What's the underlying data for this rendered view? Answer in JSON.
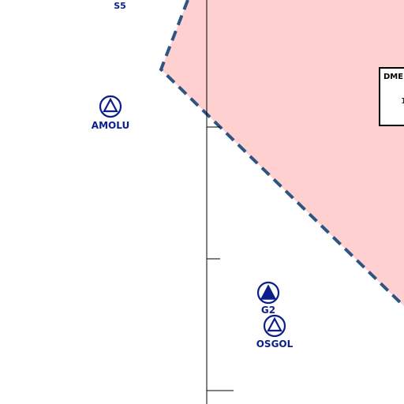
{
  "colors": {
    "airspace_fill": "#ffd0d0",
    "boundary": "#2d5584",
    "symbol": "#0b1f8c",
    "tick_line": "#000000",
    "background": "#ffffff"
  },
  "labels": {
    "sector": "S5",
    "waypoint_amolu": "AMOLU",
    "waypoint_g2": "G2",
    "waypoint_osgol": "OSGOL",
    "dme_box": "DME"
  },
  "icons": {
    "amolu": "compulsory-reporting-point-outline-icon",
    "g2": "compulsory-reporting-point-filled-icon",
    "osgol": "compulsory-reporting-point-outline-icon"
  }
}
